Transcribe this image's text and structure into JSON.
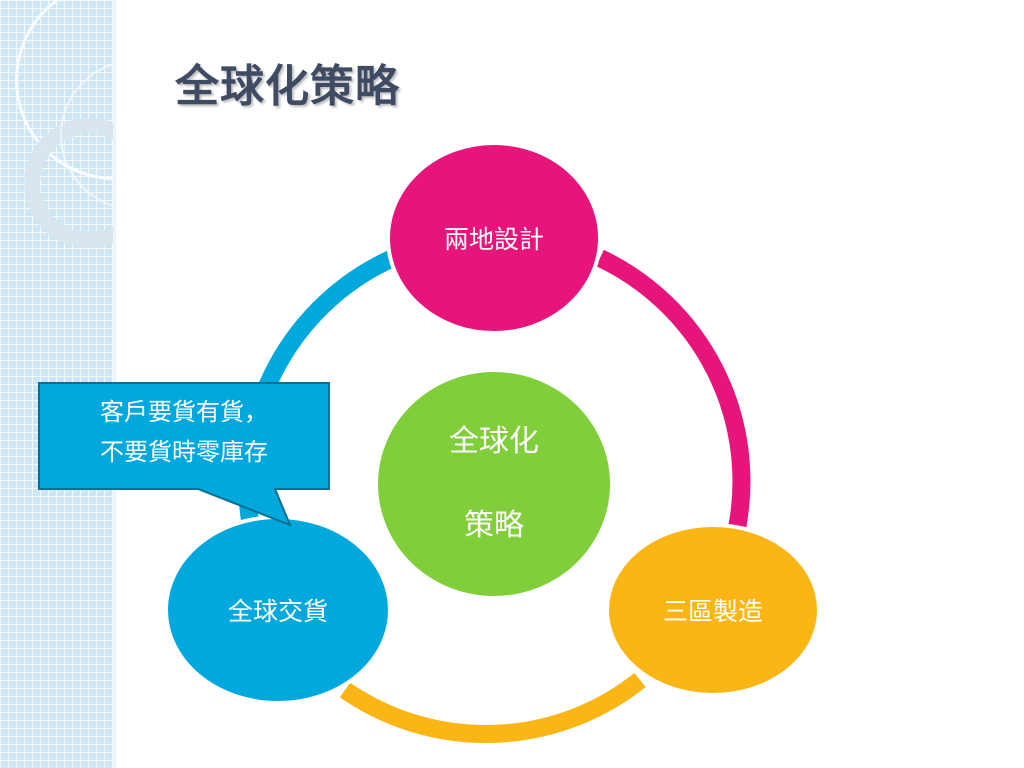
{
  "title": "全球化策略",
  "center": {
    "line1": "全球化",
    "line2": "策略"
  },
  "nodes": [
    {
      "label": "兩地設計",
      "color": "#e6147b"
    },
    {
      "label": "三區製造",
      "color": "#fbb514"
    },
    {
      "label": "全球交貨",
      "color": "#00a8de"
    }
  ],
  "center_color": "#7fce3a",
  "callout": {
    "line1": "客戶要貨有貨，",
    "line2": "不要貨時零庫存",
    "color": "#00a8de"
  }
}
